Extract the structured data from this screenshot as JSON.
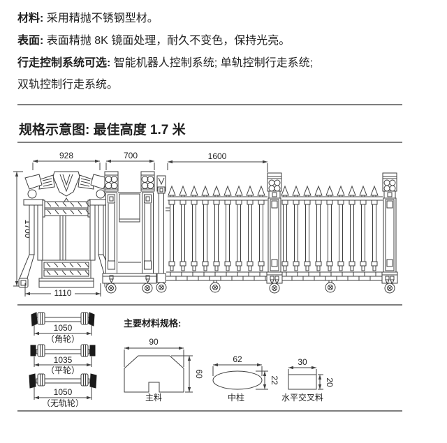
{
  "specs": {
    "line1_label": "材料:",
    "line1_text": " 采用精抛不锈钢型材。",
    "line2_label": "表面:",
    "line2_text": " 表面精抛 8K 镜面处理，耐久不变色，保持光亮。",
    "line3_label": "行走控制系统可选:",
    "line3_text": " 智能机器人控制系统; 单轨控制行走系统;",
    "line4_text": "双轨控制行走系统。"
  },
  "section": {
    "heading": "规格示意图: 最佳高度 1.7 米"
  },
  "diagram": {
    "dims": {
      "head_width": "928",
      "trolley_width": "700",
      "panel_width": "1600",
      "height": "1700",
      "base_width": "1110"
    }
  },
  "wheels": [
    {
      "dim": "1050",
      "label": "（角轮）"
    },
    {
      "dim": "1035",
      "label": "（平轮）"
    },
    {
      "dim": "1050",
      "label": "（无轨轮）"
    }
  ],
  "materials": {
    "heading": "主要材料规格:",
    "items": [
      {
        "name": "主料",
        "width": "90",
        "height": "60"
      },
      {
        "name": "中柱",
        "width": "62",
        "height": "22"
      },
      {
        "name": "水平交叉料",
        "width": "30",
        "height": "20"
      }
    ]
  }
}
